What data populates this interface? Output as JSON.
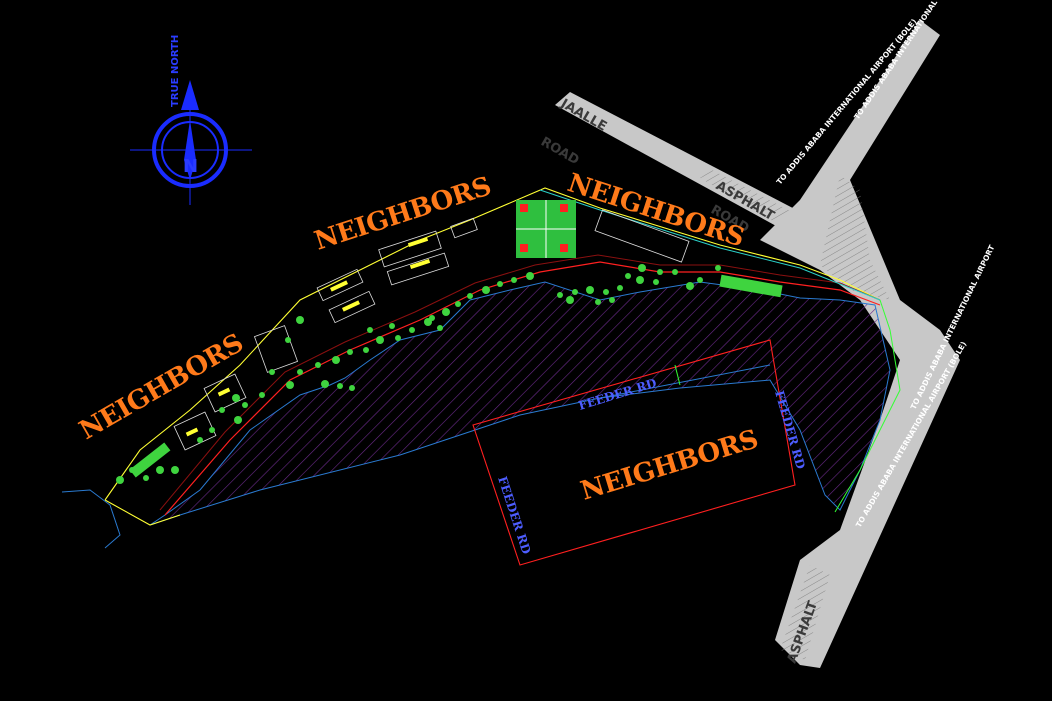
{
  "labels": {
    "neighbors_top": "NEIGHBORS",
    "neighbors_top_right": "NEIGHBORS",
    "neighbors_left": "NEIGHBORS",
    "neighbors_center": "NEIGHBORS"
  },
  "roads": {
    "jaalle": "JAALLE",
    "jaalle_road": "ROAD",
    "asphalt_upper": "ASPHALT",
    "asphalt_road": "ROAD",
    "asphalt_lower": "ASPHALT",
    "airport_upper_1": "TO ADDIS ABABA INTERNATIONAL AIRPORT (BOLE)",
    "airport_upper_2": "TO ADDIS ABABA INTERNATIONAL AIRPORT",
    "airport_lower_1": "TO ADDIS ABABA INTERNATIONAL AIRPORT (BOLE)",
    "airport_lower_2": "TO ADDIS ABABA INTERNATIONAL AIRPORT"
  },
  "feeder": {
    "top": "FEEDER RD",
    "right": "FEEDER RD",
    "left": "FEEDER RD"
  },
  "compass": {
    "title": "TRUE NORTH",
    "letter": "N"
  },
  "colors": {
    "neighbors": "#ff7a1a",
    "site_hatch": "#6a2a8a",
    "boundary": "#ffff33",
    "road_gray": "#c8c8c8",
    "feeder": "#4d5dff",
    "compass": "#1a2cff",
    "trees": "#3fd43f",
    "sports_field": "#2fbf3f"
  }
}
